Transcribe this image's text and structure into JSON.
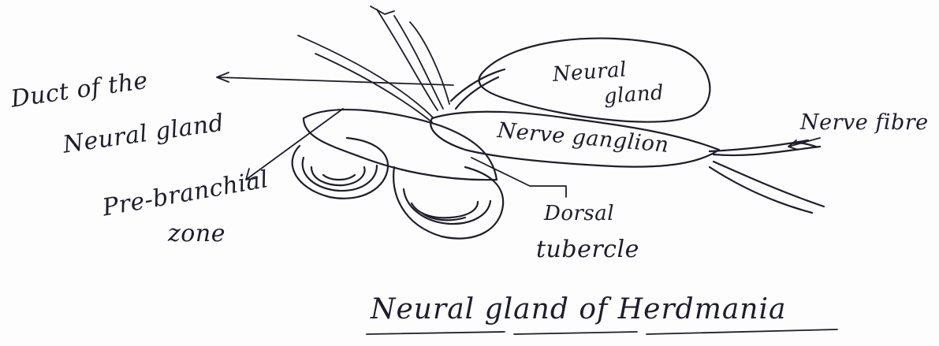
{
  "diagram": {
    "title": "Neural gland of Herdmania",
    "labels": {
      "duct": [
        "Duct of the",
        "Neural gland"
      ],
      "neural_gland": [
        "Neural",
        "gland"
      ],
      "nerve_ganglion": "Nerve ganglion",
      "nerve_fibre": "Nerve fibre",
      "pre_branchial": [
        "Pre-branchial",
        "zone"
      ],
      "dorsal_tubercle": [
        "Dorsal",
        "tubercle"
      ]
    }
  },
  "colors": {
    "ink": "#1d1d2b",
    "paper": "#fdfdfd"
  }
}
